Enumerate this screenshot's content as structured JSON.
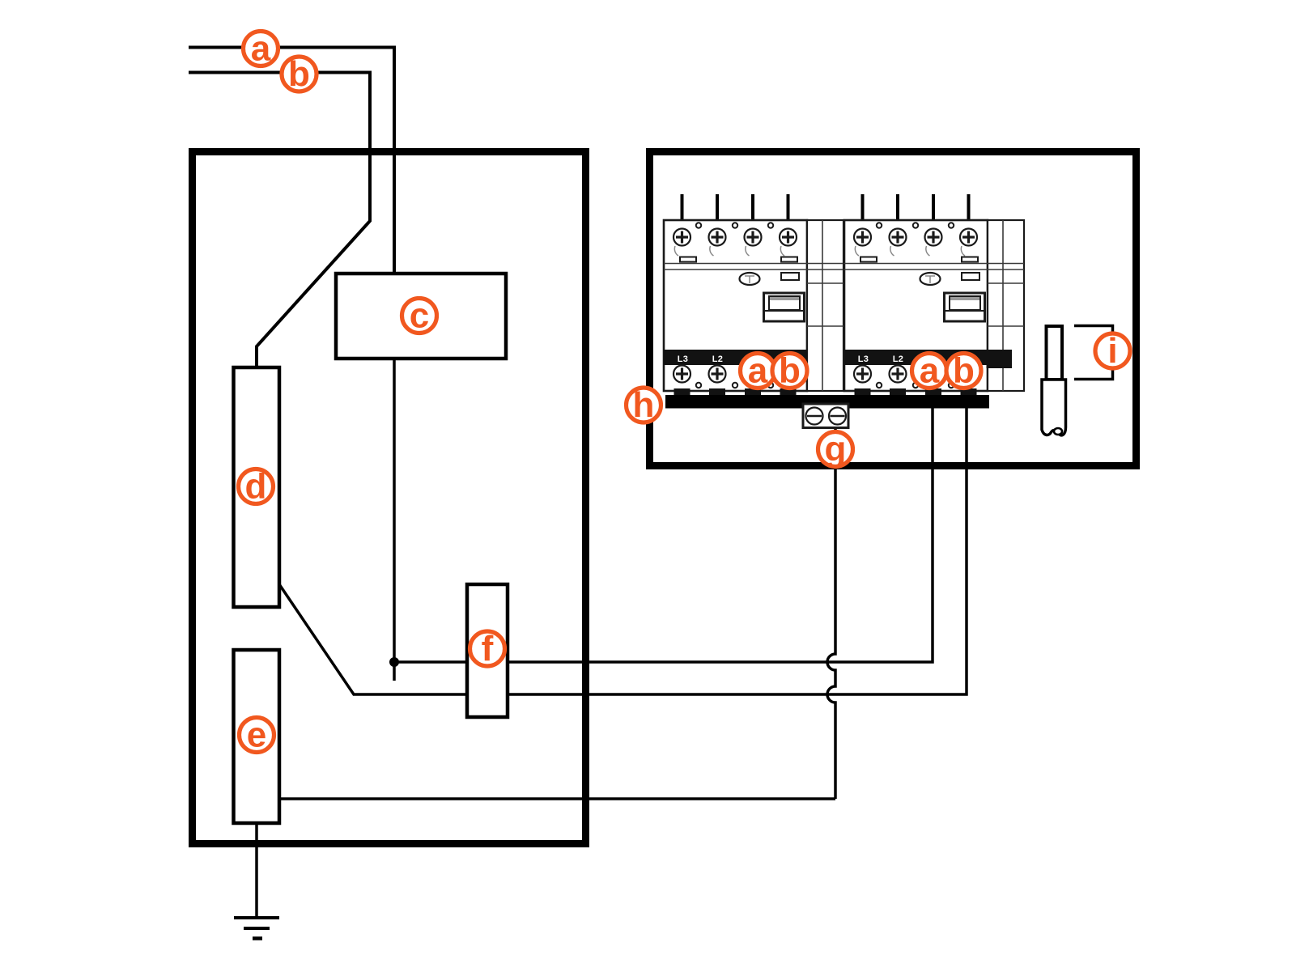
{
  "figure": {
    "type": "electrical wiring diagram",
    "background": "#ffffff"
  },
  "callouts": {
    "a": "a",
    "b": "b",
    "c": "c",
    "d": "d",
    "e": "e",
    "f": "f",
    "g": "g",
    "h": "h",
    "i": "i"
  },
  "rcd": {
    "pole_labels": [
      "L3",
      "L2"
    ]
  },
  "colors": {
    "accent": "#F1581F",
    "wire": "#000000",
    "band": "#121212"
  }
}
